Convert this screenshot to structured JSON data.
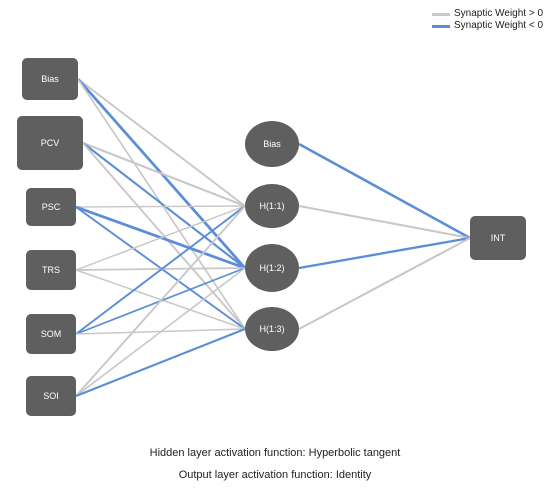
{
  "colors": {
    "positive": "#c8c8c8",
    "negative": "#5b8ed6",
    "node": "#5f5f5f",
    "node_label": "#ffffff"
  },
  "legend": {
    "positive": "Synaptic Weight > 0",
    "negative": "Synaptic Weight < 0"
  },
  "network": {
    "input_nodes": [
      "Bias",
      "PCV",
      "PSC",
      "TRS",
      "SOM",
      "SOI"
    ],
    "hidden_nodes": [
      "Bias",
      "H(1:1)",
      "H(1:2)",
      "H(1:3)"
    ],
    "output_nodes": [
      "INT"
    ],
    "input_to_hidden": [
      {
        "from": "Bias",
        "to": "H(1:1)",
        "sign": "positive",
        "weight": 0.5
      },
      {
        "from": "Bias",
        "to": "H(1:2)",
        "sign": "negative",
        "weight": 0.9
      },
      {
        "from": "Bias",
        "to": "H(1:3)",
        "sign": "positive",
        "weight": 0.4
      },
      {
        "from": "PCV",
        "to": "H(1:1)",
        "sign": "positive",
        "weight": 0.6
      },
      {
        "from": "PCV",
        "to": "H(1:2)",
        "sign": "negative",
        "weight": 0.6
      },
      {
        "from": "PCV",
        "to": "H(1:3)",
        "sign": "positive",
        "weight": 0.5
      },
      {
        "from": "PSC",
        "to": "H(1:1)",
        "sign": "positive",
        "weight": 0.3
      },
      {
        "from": "PSC",
        "to": "H(1:2)",
        "sign": "negative",
        "weight": 0.9
      },
      {
        "from": "PSC",
        "to": "H(1:3)",
        "sign": "negative",
        "weight": 0.5
      },
      {
        "from": "TRS",
        "to": "H(1:1)",
        "sign": "positive",
        "weight": 0.3
      },
      {
        "from": "TRS",
        "to": "H(1:2)",
        "sign": "positive",
        "weight": 0.4
      },
      {
        "from": "TRS",
        "to": "H(1:3)",
        "sign": "positive",
        "weight": 0.3
      },
      {
        "from": "SOM",
        "to": "H(1:1)",
        "sign": "negative",
        "weight": 0.5
      },
      {
        "from": "SOM",
        "to": "H(1:2)",
        "sign": "negative",
        "weight": 0.4
      },
      {
        "from": "SOM",
        "to": "H(1:3)",
        "sign": "positive",
        "weight": 0.3
      },
      {
        "from": "SOI",
        "to": "H(1:1)",
        "sign": "positive",
        "weight": 0.5
      },
      {
        "from": "SOI",
        "to": "H(1:2)",
        "sign": "positive",
        "weight": 0.4
      },
      {
        "from": "SOI",
        "to": "H(1:3)",
        "sign": "negative",
        "weight": 0.6
      }
    ],
    "hidden_to_output": [
      {
        "from": "Bias",
        "to": "INT",
        "sign": "negative",
        "weight": 0.8
      },
      {
        "from": "H(1:1)",
        "to": "INT",
        "sign": "positive",
        "weight": 0.6
      },
      {
        "from": "H(1:2)",
        "to": "INT",
        "sign": "negative",
        "weight": 0.7
      },
      {
        "from": "H(1:3)",
        "to": "INT",
        "sign": "positive",
        "weight": 0.6
      }
    ]
  },
  "captions": {
    "hidden": "Hidden layer activation function: Hyperbolic tangent",
    "output": "Output layer activation function: Identity"
  }
}
